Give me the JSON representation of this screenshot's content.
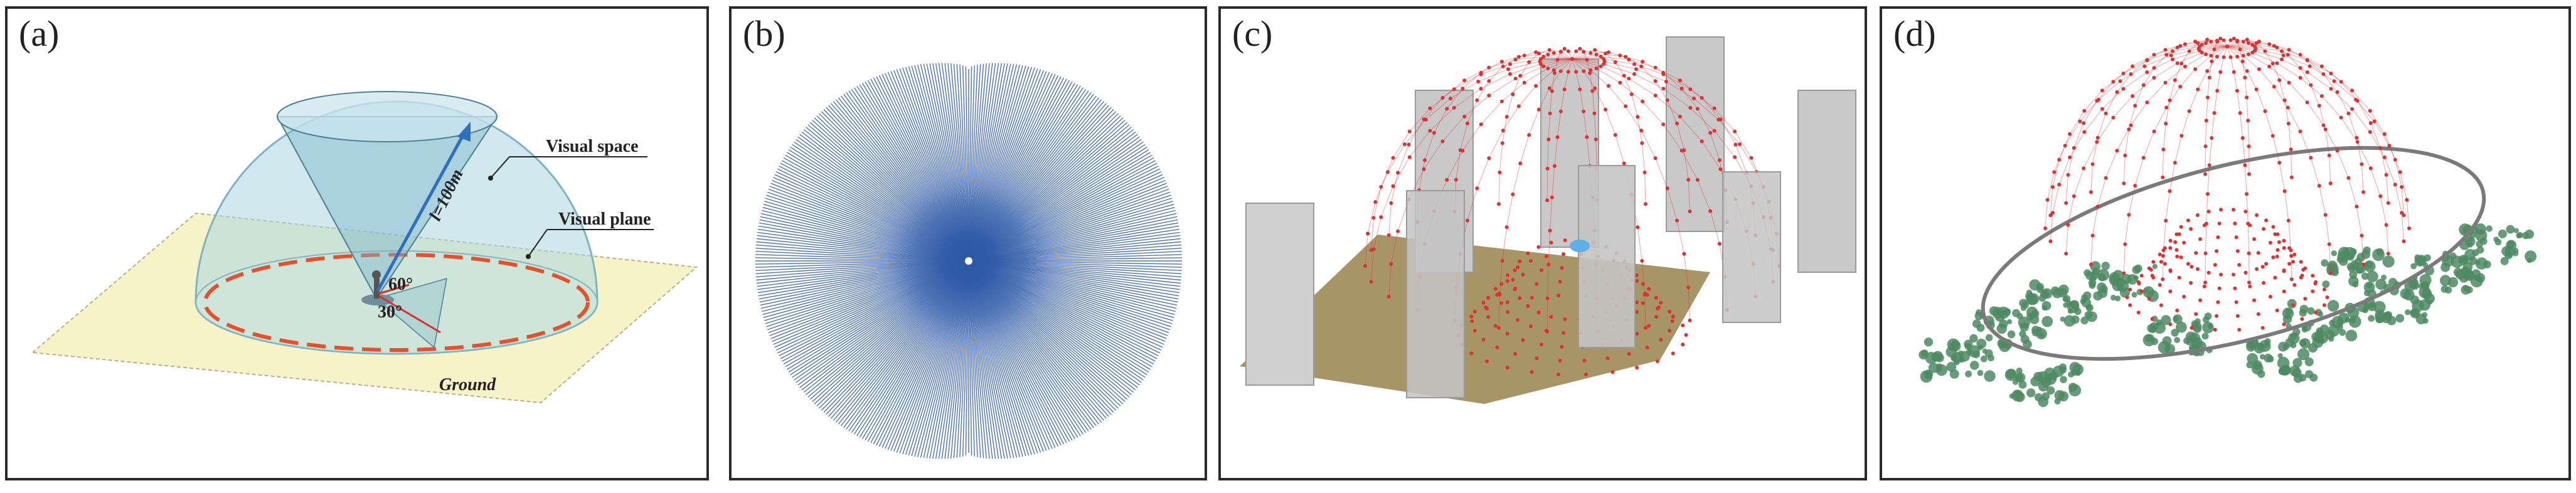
{
  "panels": [
    {
      "label": "(a)"
    },
    {
      "label": "(b)"
    },
    {
      "label": "(c)"
    },
    {
      "label": "(d)"
    }
  ],
  "diagram_a": {
    "visual_space_label": "Visual space",
    "visual_plane_label": "Visual plane",
    "ground_label": "Ground",
    "radius_label": "l=100m",
    "angle_up_label": "60°",
    "angle_down_label": "30°"
  },
  "colors": {
    "ray_blue": "#2f5aa8",
    "point_red": "#e03030",
    "building_gray": "#c8c8c8",
    "vegetation_green": "#4d8a62",
    "ground_tan": "#a89566",
    "dome_blue": "#9fd0dc",
    "ground_plane": "#f7f3c9",
    "circle_orange": "#e8502a"
  }
}
